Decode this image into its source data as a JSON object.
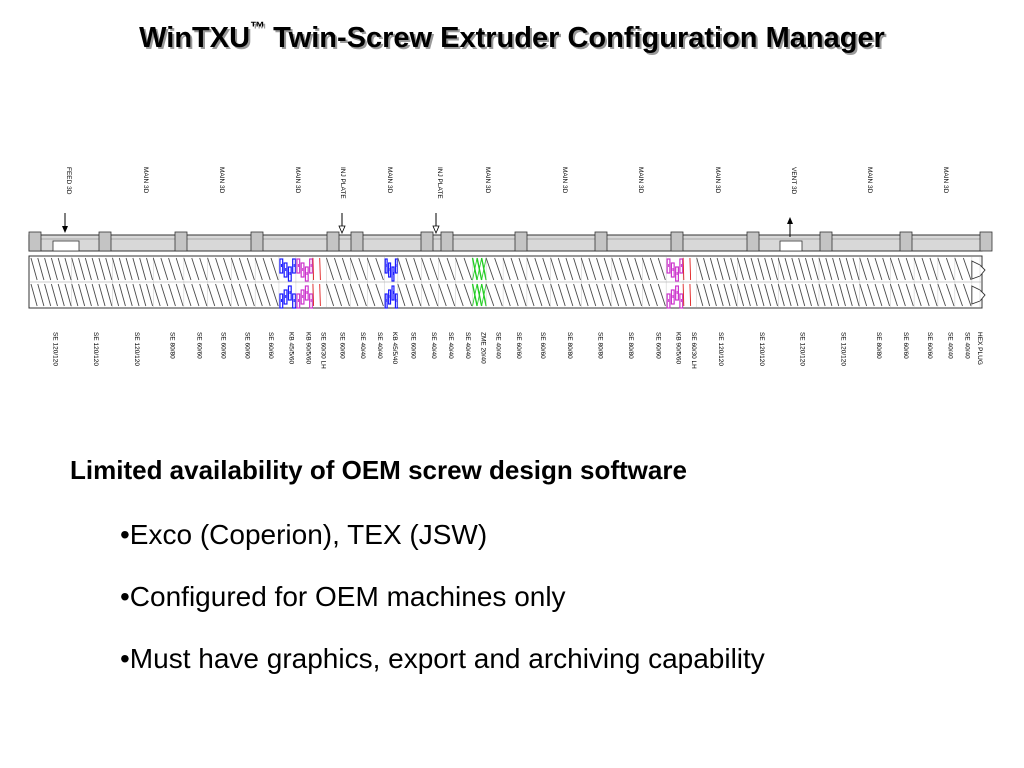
{
  "title": {
    "main": "WinTXU",
    "tm": "™",
    "rest": " Twin-Screw Extruder Configuration Manager"
  },
  "diagram": {
    "barrel_labels": [
      "FEED 3D",
      "MAIN 3D",
      "MAIN 3D",
      "MAIN 3D",
      "INJ PLATE",
      "MAIN 3D",
      "INJ PLATE",
      "MAIN 3D",
      "MAIN 3D",
      "MAIN 3D",
      "MAIN 3D",
      "VENT 3D",
      "MAIN 3D",
      "MAIN 3D"
    ],
    "element_labels": [
      "SE 120/120",
      "SE 120/120",
      "SE 120/120",
      "SE 80/80",
      "SE 60/60",
      "SE 60/60",
      "SE 60/60",
      "SE 60/60",
      "KB 45/5/60",
      "KB 90/5/60",
      "SE 60/30 LH",
      "SE 60/60",
      "SE 40/40",
      "SE 40/40",
      "KB 45/5/40",
      "SE 60/60",
      "SE 40/40",
      "SE 40/40",
      "SE 40/40",
      "ZME 20/40",
      "SE 40/40",
      "SE 60/60",
      "SE 60/60",
      "SE 80/80",
      "SE 80/80",
      "SE 80/80",
      "SE 60/60",
      "KB 90/5/60",
      "SE 60/30 LH",
      "SE 120/120",
      "SE 120/120",
      "SE 120/120",
      "SE 120/120",
      "SE 80/80",
      "SE 60/60",
      "SE 60/60",
      "SE 40/40",
      "SE 40/40",
      "HEX PLUG"
    ],
    "element_colors": {
      "screw": "#4a4a4a",
      "kneading_forward": "#1a1aff",
      "kneading_neutral": "#cc33cc",
      "reverse": "#e02020",
      "mixing": "#22cc22",
      "barrel_fill": "#d8d8d8"
    }
  },
  "heading": "Limited availability of OEM screw design software",
  "bullets": [
    "•Exco (Coperion), TEX (JSW)",
    "•Configured for OEM machines only",
    "•Must have graphics, export and archiving capability"
  ]
}
